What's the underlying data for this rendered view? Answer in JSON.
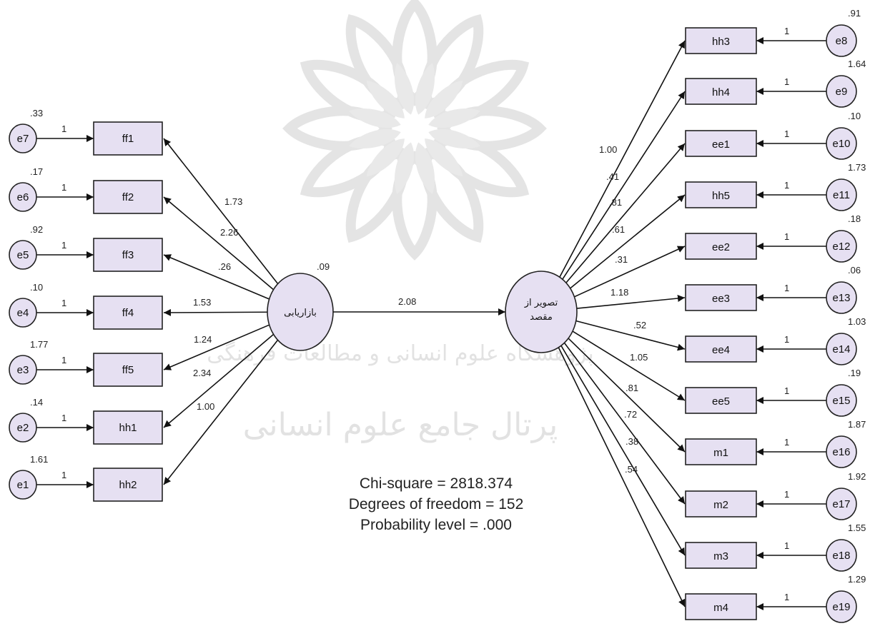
{
  "latent": {
    "left": {
      "label": "بازاریابی",
      "variance": ".09"
    },
    "right": {
      "label_line1": "تصویر از",
      "label_line2": "مقصد"
    }
  },
  "structural_path": "2.08",
  "left_indicators": [
    {
      "name": "ff1",
      "loading": "1.73",
      "error": "e7",
      "error_var": ".33",
      "fixed": "1"
    },
    {
      "name": "ff2",
      "loading": "2.26",
      "error": "e6",
      "error_var": ".17",
      "fixed": "1"
    },
    {
      "name": "ff3",
      "loading": ".26",
      "error": "e5",
      "error_var": ".92",
      "fixed": "1"
    },
    {
      "name": "ff4",
      "loading": "1.53",
      "error": "e4",
      "error_var": ".10",
      "fixed": "1"
    },
    {
      "name": "ff5",
      "loading": "1.24",
      "error": "e3",
      "error_var": "1.77",
      "fixed": "1"
    },
    {
      "name": "hh1",
      "loading": "2.34",
      "error": "e2",
      "error_var": ".14",
      "fixed": "1"
    },
    {
      "name": "hh2",
      "loading": "1.00",
      "error": "e1",
      "error_var": "1.61",
      "fixed": "1"
    }
  ],
  "right_indicators": [
    {
      "name": "hh3",
      "loading": "1.00",
      "error": "e8",
      "error_var": ".91",
      "fixed": "1"
    },
    {
      "name": "hh4",
      "loading": ".41",
      "error": "e9",
      "error_var": "1.64",
      "fixed": "1"
    },
    {
      "name": "ee1",
      "loading": ".81",
      "error": "e10",
      "error_var": ".10",
      "fixed": "1"
    },
    {
      "name": "hh5",
      "loading": ".61",
      "error": "e11",
      "error_var": "1.73",
      "fixed": "1"
    },
    {
      "name": "ee2",
      "loading": ".31",
      "error": "e12",
      "error_var": ".18",
      "fixed": "1"
    },
    {
      "name": "ee3",
      "loading": "1.18",
      "error": "e13",
      "error_var": ".06",
      "fixed": "1"
    },
    {
      "name": "ee4",
      "loading": ".52",
      "error": "e14",
      "error_var": "1.03",
      "fixed": "1"
    },
    {
      "name": "ee5",
      "loading": "1.05",
      "error": "e15",
      "error_var": ".19",
      "fixed": "1"
    },
    {
      "name": "m1",
      "loading": ".81",
      "error": "e16",
      "error_var": "1.87",
      "fixed": "1"
    },
    {
      "name": "m2",
      "loading": ".72",
      "error": "e17",
      "error_var": "1.92",
      "fixed": "1"
    },
    {
      "name": "m3",
      "loading": ".38",
      "error": "e18",
      "error_var": "1.55",
      "fixed": "1"
    },
    {
      "name": "m4",
      "loading": ".54",
      "error": "e19",
      "error_var": "1.29",
      "fixed": "1"
    }
  ],
  "fit": {
    "chi_square": "Chi-square = 2818.374",
    "df": "Degrees of freedom = 152",
    "p": "Probability level = .000"
  },
  "watermark": {
    "line1": "پژوهشگاه علوم انسانی و مطالعات فرهنگی",
    "line2": "پرتال جامع علوم انسانی"
  }
}
